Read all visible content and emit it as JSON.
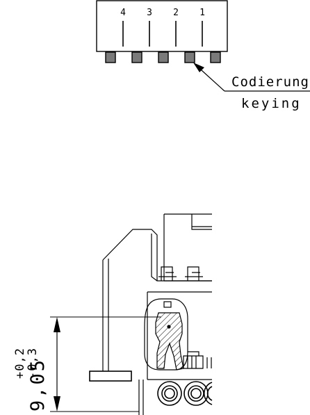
{
  "connector": {
    "pin_numbers": [
      "4",
      "3",
      "2",
      "1"
    ]
  },
  "callout": {
    "line1": "Codierung",
    "line2": "keying"
  },
  "dimension": {
    "main": "9,05",
    "tol_plus": "+0,2",
    "tol_minus": "-0,3"
  }
}
